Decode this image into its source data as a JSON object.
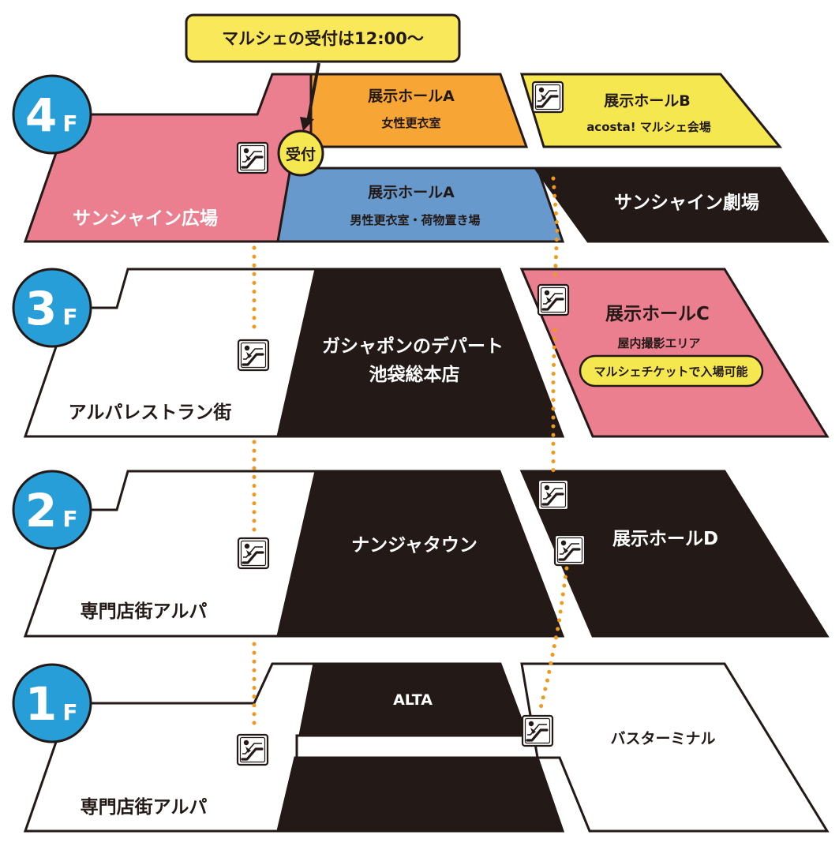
{
  "callout": "マルシェの受付は12:00～",
  "reception_badge": "受付",
  "floors": [
    {
      "id": "4F",
      "num": "4",
      "suffix": "F"
    },
    {
      "id": "3F",
      "num": "3",
      "suffix": "F"
    },
    {
      "id": "2F",
      "num": "2",
      "suffix": "F"
    },
    {
      "id": "1F",
      "num": "1",
      "suffix": "F"
    }
  ],
  "f4": {
    "plaza": "サンシャイン広場",
    "hall_a_upper": {
      "name": "展示ホールA",
      "note": "女性更衣室"
    },
    "hall_a_lower": {
      "name": "展示ホールA",
      "note": "男性更衣室・荷物置き場"
    },
    "hall_b": {
      "name": "展示ホールB",
      "note": "acosta! マルシェ会場"
    },
    "theater": "サンシャイン劇場"
  },
  "f3": {
    "restaurants": "アルパレストラン街",
    "gashapon": [
      "ガシャポンのデパート",
      "池袋総本店"
    ],
    "hall_c": {
      "name": "展示ホールC",
      "note": "屋内撮影エリア",
      "pill": "マルシェチケットで入場可能"
    }
  },
  "f2": {
    "shops": "専門店街アルパ",
    "namja": "ナンジャタウン",
    "hall_d": "展示ホールD"
  },
  "f1": {
    "shops": "専門店街アルパ",
    "alta": "ALTA",
    "bus": "バスターミナル"
  },
  "colors": {
    "pink": "#ec7f8f",
    "orange": "#f7a535",
    "blue": "#6799cc",
    "yellow": "#f4e74f",
    "dark": "#231916",
    "floor_badge": "#279ed8",
    "route_dots": "#ef9a1f",
    "callout_bg": "#f9e95a"
  },
  "icons": [
    "escalator-icon"
  ]
}
